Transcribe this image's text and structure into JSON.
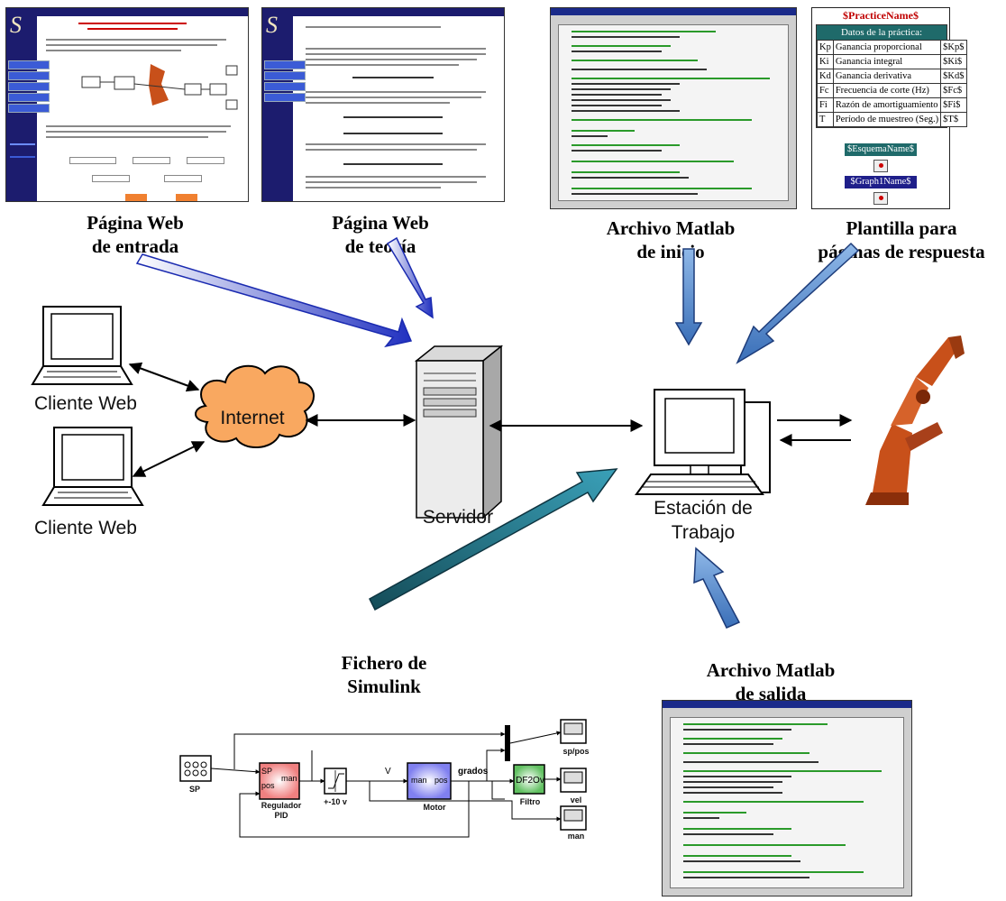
{
  "captions": {
    "web_entry": "Página Web de entrada",
    "web_theory": "Página Web de teoría",
    "matlab_init": "Archivo Matlab de inicio",
    "template": "Plantilla para páginas de respuesta",
    "simulink": "Fichero de Simulink",
    "matlab_out": "Archivo Matlab de salida"
  },
  "caption_lines": {
    "web_entry": [
      "Página Web",
      "de entrada"
    ],
    "web_theory": [
      "Página Web",
      "de teoría"
    ],
    "matlab_init": [
      "Archivo Matlab",
      "de inicio"
    ],
    "template": [
      "Plantilla  para",
      "páginas de respuesta"
    ],
    "simulink": [
      "Fichero de",
      "Simulink"
    ],
    "matlab_out": [
      "Archivo Matlab",
      "de salida"
    ]
  },
  "nodes": {
    "client_top": "Cliente Web",
    "client_bottom": "Cliente Web",
    "internet": "Internet",
    "server": "Servidor",
    "workstation_line1": "Estación de",
    "workstation_line2": "Trabajo"
  },
  "template": {
    "title": "$PracticeName$",
    "header": "Datos de la práctica:",
    "rows": [
      {
        "code": "Kp",
        "desc": "Ganancia proporcional",
        "var": "$Kp$"
      },
      {
        "code": "Ki",
        "desc": "Ganancia integral",
        "var": "$Ki$"
      },
      {
        "code": "Kd",
        "desc": "Ganancia derivativa",
        "var": "$Kd$"
      },
      {
        "code": "Fc",
        "desc": "Frecuencia de corte (Hz)",
        "var": "$Fc$"
      },
      {
        "code": "Fi",
        "desc": "Razón de amortiguamiento",
        "var": "$Fi$"
      },
      {
        "code": "T",
        "desc": "Período de muestreo (Seg.)",
        "var": "$T$"
      }
    ],
    "scheme_label": "$EsquemaName$",
    "graph_label": "$Graph1Name$"
  },
  "simulink": {
    "blocks": {
      "sp": "SP",
      "pid": "Regulador PID",
      "pid_line1": "Regulador",
      "pid_line2": "PID",
      "pid_in1": "SP",
      "pid_in2": "pos",
      "pid_out": "man",
      "sat": "+-10 v",
      "motor": "Motor",
      "motor_in": "man",
      "motor_out": "pos",
      "filter": "Filtro",
      "filter_inner": "DF2Ov",
      "scope1": "sp/pos",
      "scope2": "vel",
      "scope3": "man"
    },
    "signals": {
      "v": "V",
      "grados": "grados"
    }
  },
  "colors": {
    "sidebar": "#1c1c6e",
    "arrow_blue_dark": "#1d35c8",
    "arrow_steel": "#5a8fd0",
    "arrow_teal": "#1e6a78",
    "robot": "#c8501a"
  }
}
